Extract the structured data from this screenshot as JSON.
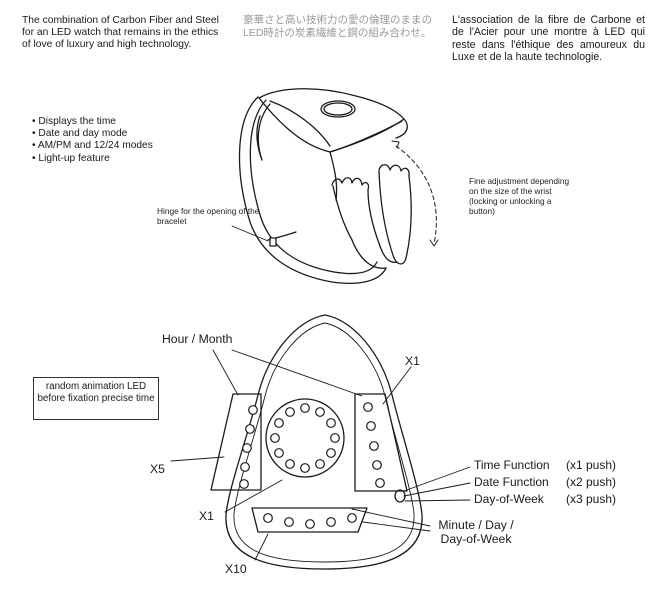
{
  "intro": {
    "english": "The combination of Carbon Fiber and Steel for an LED watch that remains in the ethics of love of luxury and high technology.",
    "japanese": "豪華さと高い技術力の愛の倫理のままのLED時計の炭素繊維と鋼の組み合わせ。",
    "french": "L'association de la fibre de Carbone et de l'Acier pour une montre à LED qui reste dans l'éthique des amoureux du Luxe et de la haute technologie."
  },
  "features": [
    "Displays the time",
    "Date and day mode",
    "AM/PM and 12/24 modes",
    "Light-up feature"
  ],
  "callouts": {
    "hinge": "Hinge for the opening of the bracelet",
    "adjustment": "Fine adjustment depending on the size of the wrist (locking or unlocking a button)"
  },
  "face": {
    "animation_box": "random animation LED before fixation precise time",
    "hour_month": "Hour / Month",
    "x1_top": "X1",
    "x5": "X5",
    "x1_bottom": "X1",
    "x10": "X10",
    "minute_day": "Minute / Day / Day-of-Week",
    "functions": [
      {
        "name": "Time Function",
        "push": "(x1 push)"
      },
      {
        "name": "Date Function",
        "push": "(x2 push)"
      },
      {
        "name": "Day-of-Week",
        "push": "(x3 push)"
      }
    ]
  }
}
